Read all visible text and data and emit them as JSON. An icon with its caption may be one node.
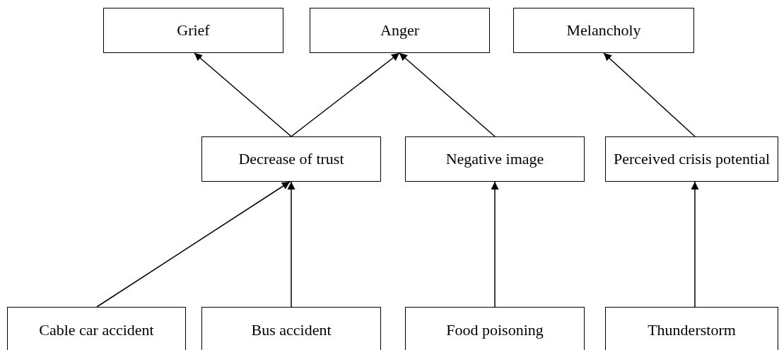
{
  "diagram": {
    "nodes": [
      {
        "text": [
          "Grief"
        ]
      },
      {
        "text": [
          "Anger"
        ]
      },
      {
        "text": [
          "Melancholy"
        ]
      },
      {
        "text": [
          "Decrease of trust"
        ]
      },
      {
        "text": [
          "Negative image"
        ]
      },
      {
        "text": [
          "Perceived crisis potential"
        ]
      },
      {
        "text": [
          "Cable car accident"
        ]
      },
      {
        "text": [
          "Bus accident"
        ]
      },
      {
        "text": [
          "Food poisoning"
        ]
      },
      {
        "text": [
          "Thunderstorm"
        ]
      }
    ],
    "edges": [
      {
        "from": 3,
        "to": 0,
        "arrow": "to"
      },
      {
        "from": 3,
        "to": 1,
        "arrow": "to"
      },
      {
        "from": 4,
        "to": 1,
        "arrow": "to"
      },
      {
        "from": 5,
        "to": 2,
        "arrow": "to"
      },
      {
        "from": 6,
        "to": 3,
        "arrow": "to"
      },
      {
        "from": 7,
        "to": 3,
        "arrow": "to"
      },
      {
        "from": 8,
        "to": 4,
        "arrow": "to"
      },
      {
        "from": 9,
        "to": 5,
        "arrow": "to"
      }
    ]
  }
}
